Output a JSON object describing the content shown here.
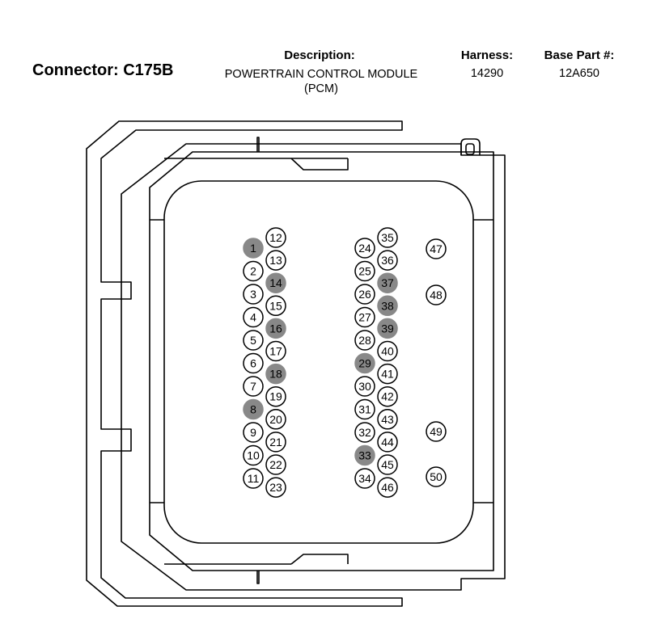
{
  "header": {
    "connector_label": "Connector: C175B",
    "description_heading": "Description:",
    "description_line1": "POWERTRAIN CONTROL MODULE",
    "description_line2": "(PCM)",
    "harness_heading": "Harness:",
    "harness_value": "14290",
    "base_part_heading": "Base Part #:",
    "base_part_value": "12A650"
  },
  "colors": {
    "outline": "#000000",
    "pin_fill": "#ffffff",
    "pin_highlight": "#888888",
    "background": "#ffffff"
  },
  "pins": {
    "col1": [
      "1",
      "2",
      "3",
      "4",
      "5",
      "6",
      "7",
      "8",
      "9",
      "10",
      "11"
    ],
    "col2": [
      "12",
      "13",
      "14",
      "15",
      "16",
      "17",
      "18",
      "19",
      "20",
      "21",
      "22",
      "23"
    ],
    "col3": [
      "24",
      "25",
      "26",
      "27",
      "28",
      "29",
      "30",
      "31",
      "32",
      "33",
      "34"
    ],
    "col4": [
      "35",
      "36",
      "37",
      "38",
      "39",
      "40",
      "41",
      "42",
      "43",
      "44",
      "45",
      "46"
    ],
    "col5": [
      "47",
      "48",
      "49",
      "50"
    ],
    "highlighted": [
      "1",
      "8",
      "14",
      "16",
      "18",
      "29",
      "33",
      "37",
      "38",
      "39"
    ]
  }
}
